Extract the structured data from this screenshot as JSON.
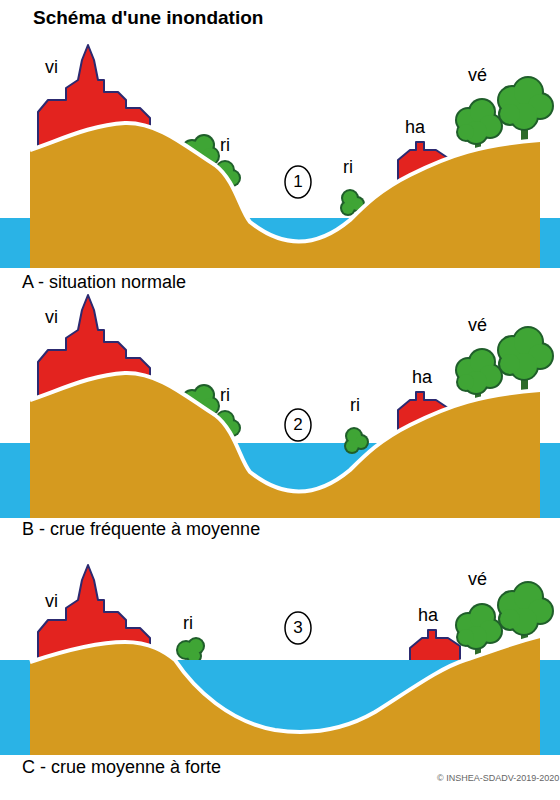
{
  "diagram": {
    "title": "Schéma d'une inondation",
    "nodes": [
      {
        "text": [
          "1"
        ]
      },
      {
        "text": [
          "2"
        ]
      },
      {
        "text": [
          "3"
        ]
      }
    ],
    "labels": [
      "vi",
      "ri",
      "ri",
      "ha",
      "vé",
      "A - situation normale",
      "vi",
      "ri",
      "ri",
      "ha",
      "vé",
      "B - crue fréquente à moyenne",
      "vi",
      "ri",
      "ha",
      "vé",
      "C - crue moyenne à forte",
      "© INSHEA-SDADV-2019-2020"
    ]
  }
}
